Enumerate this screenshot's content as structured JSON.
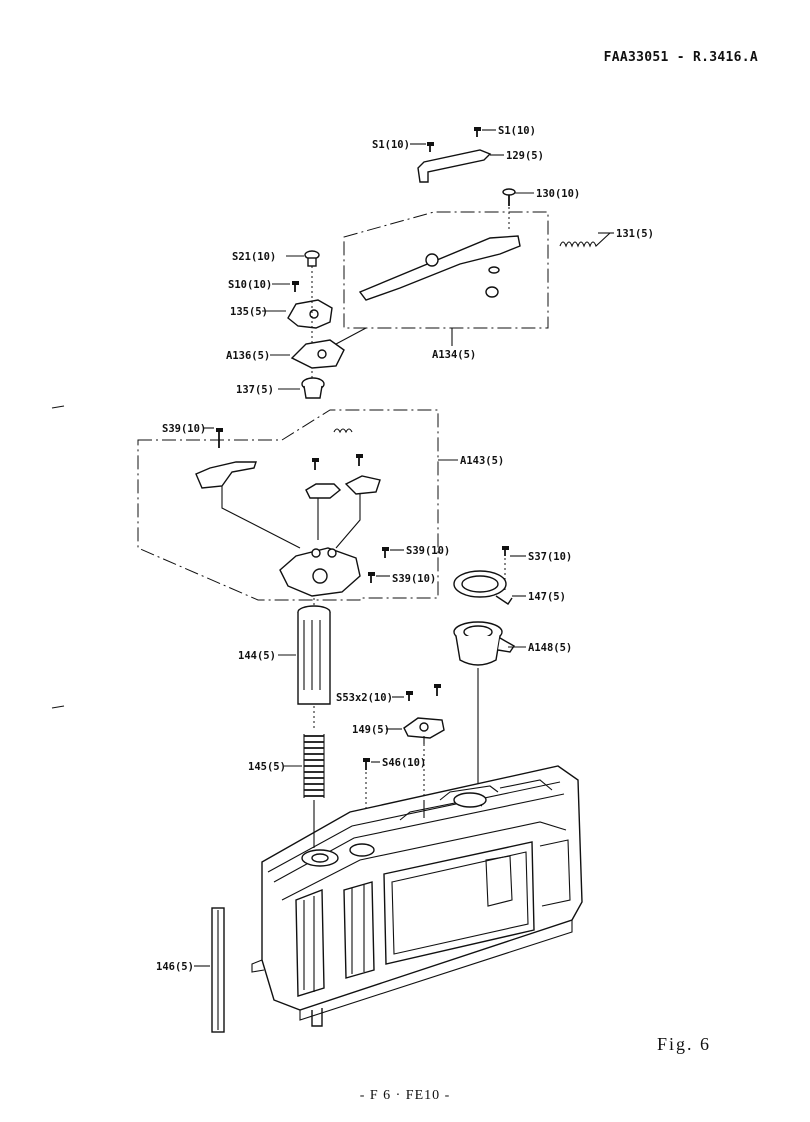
{
  "header": {
    "doc_code": "FAA33051 - R.3416.A"
  },
  "figure": {
    "label": "Fig. 6",
    "parts": {
      "p_s1_left": "S1(10)",
      "p_s1_right": "S1(10)",
      "p_129": "129(5)",
      "p_130": "130(10)",
      "p_131": "131(5)",
      "p_s21": "S21(10)",
      "p_s10": "S10(10)",
      "p_135": "135(5)",
      "p_a136": "A136(5)",
      "p_a134": "A134(5)",
      "p_137": "137(5)",
      "p_s39_top": "S39(10)",
      "p_a143": "A143(5)",
      "p_s39_mid": "S39(10)",
      "p_s39_low": "S39(10)",
      "p_s37": "S37(10)",
      "p_147": "147(5)",
      "p_a148": "A148(5)",
      "p_144": "144(5)",
      "p_s53": "S53x2(10)",
      "p_149": "149(5)",
      "p_145": "145(5)",
      "p_s46": "S46(10)",
      "p_146": "146(5)"
    }
  },
  "footer": {
    "text": "- F 6 · FE10 -"
  }
}
